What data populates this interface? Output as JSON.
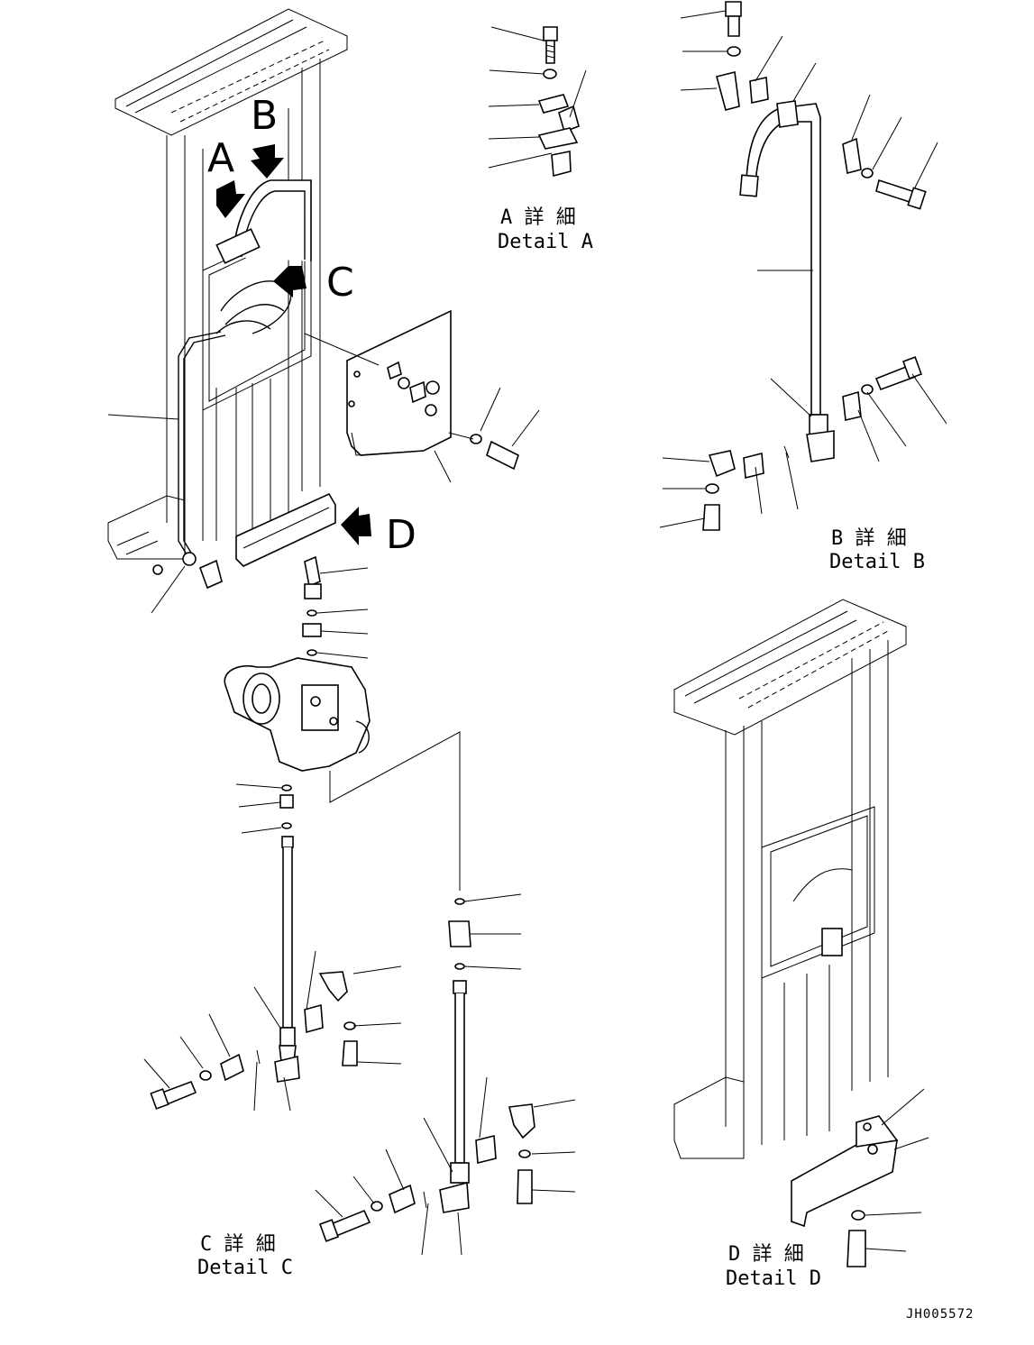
{
  "views": {
    "A": {
      "letter": "A",
      "title_jp": "A 詳 細",
      "title_en": "Detail A"
    },
    "B": {
      "letter": "B",
      "title_jp": "B 詳 細",
      "title_en": "Detail B"
    },
    "C": {
      "letter": "C",
      "title_jp": "C 詳 細",
      "title_en": "Detail C"
    },
    "D": {
      "letter": "D",
      "title_jp": "D 詳 細",
      "title_en": "Detail D"
    }
  },
  "drawing_code": "JH005572"
}
